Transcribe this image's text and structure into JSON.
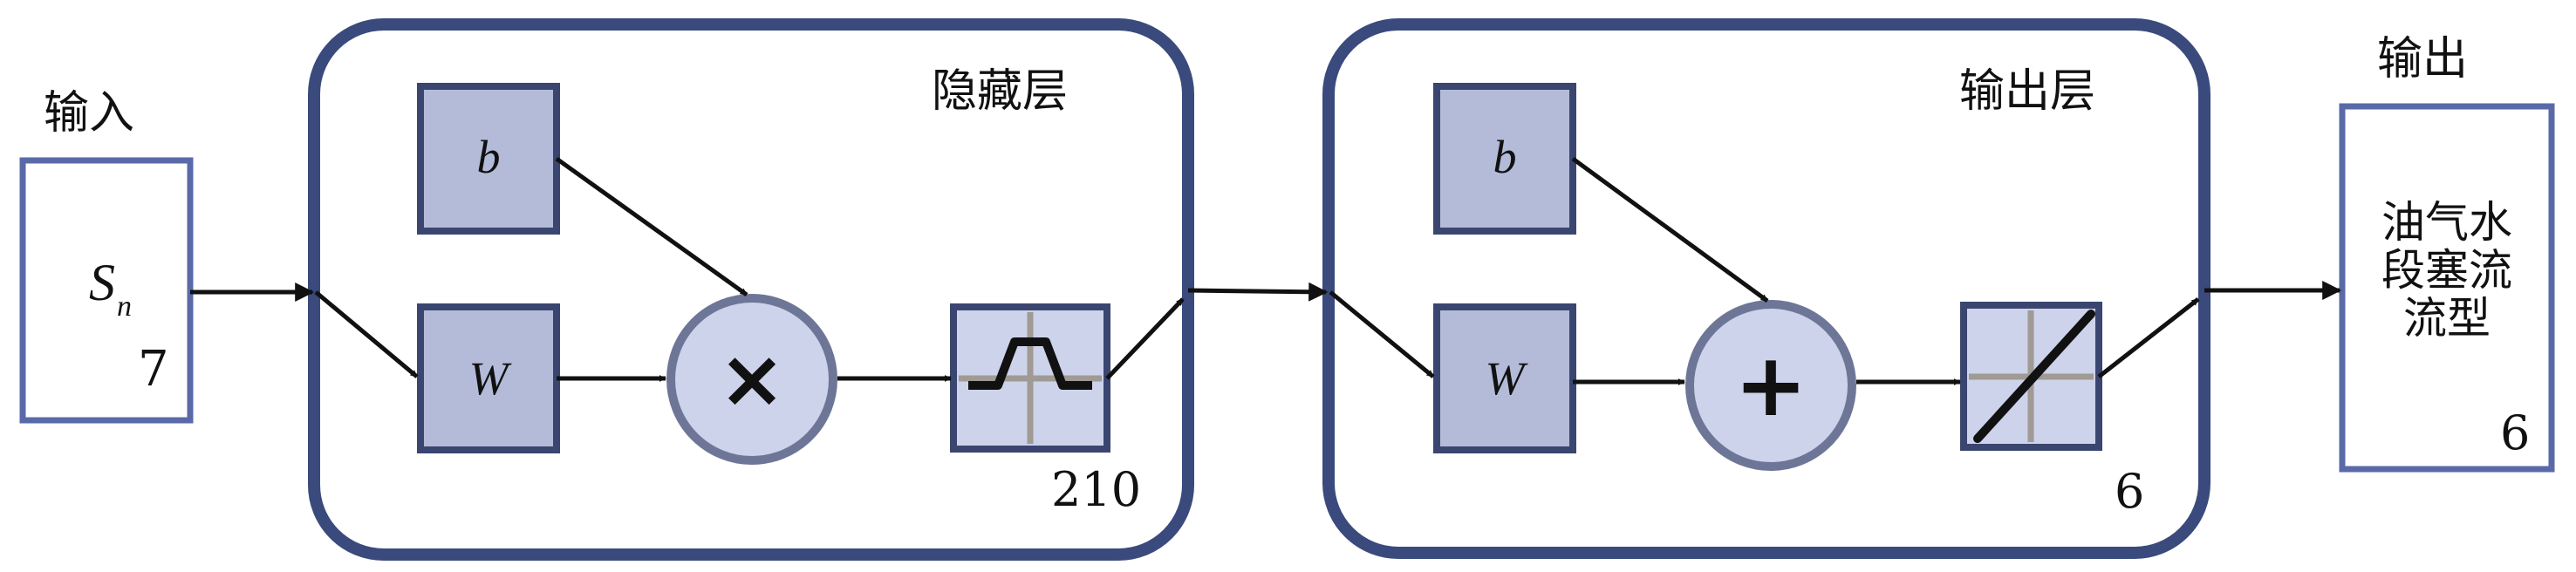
{
  "input": {
    "title": "输入",
    "symbol": "S",
    "subscript": "n",
    "size": "7"
  },
  "hidden_layer": {
    "title": "隐藏层",
    "bias_label": "b",
    "weight_label": "W",
    "operator": "×",
    "size": "210",
    "transfer_function_icon": "tansig-icon"
  },
  "output_layer": {
    "title": "输出层",
    "bias_label": "b",
    "weight_label": "W",
    "operator": "+",
    "size": "6",
    "transfer_function_icon": "purelin-icon"
  },
  "output": {
    "title": "输出",
    "lines": [
      "油气水",
      "段塞流",
      "流型"
    ],
    "size": "6"
  },
  "colors": {
    "frame": "#3a4a7c",
    "box_fill": "#b3bbd9",
    "box_border": "#3a4670",
    "circle_fill": "#cdd3ea",
    "circle_border": "#6e7698",
    "io_border": "#5a6aa8",
    "arrow": "#111111",
    "icon_axis": "#a09a94"
  }
}
